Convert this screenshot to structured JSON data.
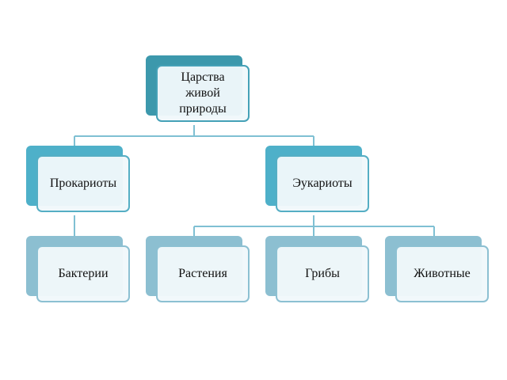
{
  "diagram": {
    "root": {
      "label": "Царства\nживой\nприроды"
    },
    "branches": [
      {
        "label": "Прокариоты",
        "children": [
          {
            "label": "Бактерии"
          }
        ]
      },
      {
        "label": "Эукариоты",
        "children": [
          {
            "label": "Растения"
          },
          {
            "label": "Грибы"
          },
          {
            "label": "Животные"
          }
        ]
      }
    ],
    "colors": {
      "root": "#3c98ac",
      "level1": "#4eb0c9",
      "level2": "#8cbfd1",
      "connector": "#7fc0d3"
    }
  }
}
